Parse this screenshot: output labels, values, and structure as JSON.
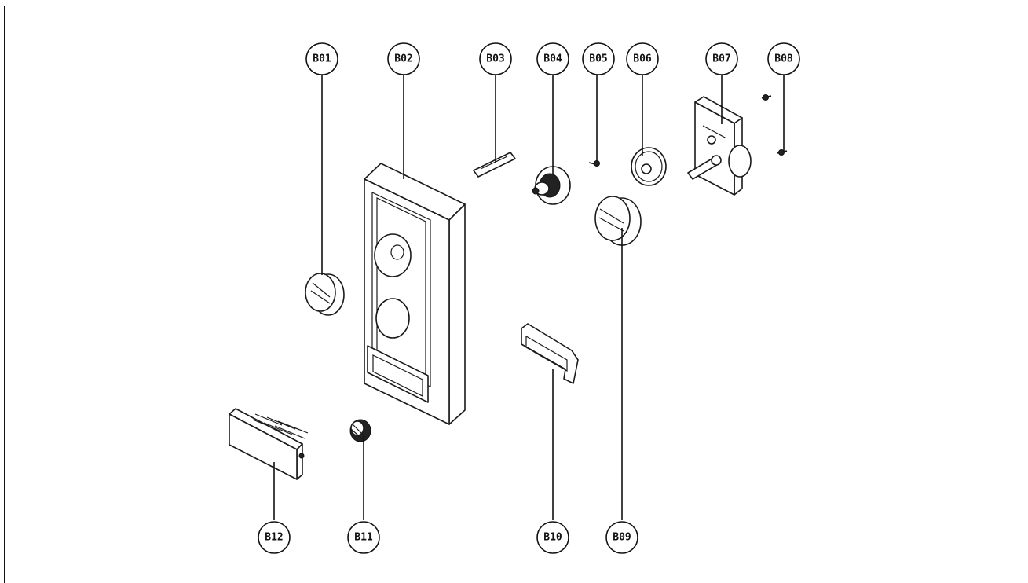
{
  "callouts": [
    {
      "id": "b01",
      "label": "B01"
    },
    {
      "id": "b02",
      "label": "B02"
    },
    {
      "id": "b03",
      "label": "B03"
    },
    {
      "id": "b04",
      "label": "B04"
    },
    {
      "id": "b05",
      "label": "B05"
    },
    {
      "id": "b06",
      "label": "B06"
    },
    {
      "id": "b07",
      "label": "B07"
    },
    {
      "id": "b08",
      "label": "B08"
    },
    {
      "id": "b09",
      "label": "B09"
    },
    {
      "id": "b10",
      "label": "B10"
    },
    {
      "id": "b11",
      "label": "B11"
    },
    {
      "id": "b12",
      "label": "B12"
    }
  ]
}
